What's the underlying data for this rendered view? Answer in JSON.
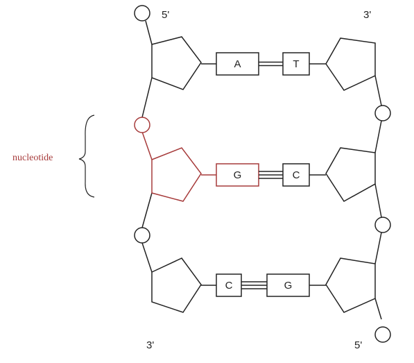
{
  "strand_ends": {
    "left_top": "5'",
    "right_top": "3'",
    "left_bottom": "3'",
    "right_bottom": "5'"
  },
  "annotation": {
    "label": "nucleotide"
  },
  "base_pairs": [
    {
      "left": "A",
      "right": "T",
      "bonds": 2,
      "highlight": false
    },
    {
      "left": "G",
      "right": "C",
      "bonds": 3,
      "highlight": true
    },
    {
      "left": "C",
      "right": "G",
      "bonds": 3,
      "highlight": false
    }
  ],
  "colors": {
    "stroke": "#222222",
    "highlight": "#a63a3a",
    "background": "#ffffff"
  }
}
